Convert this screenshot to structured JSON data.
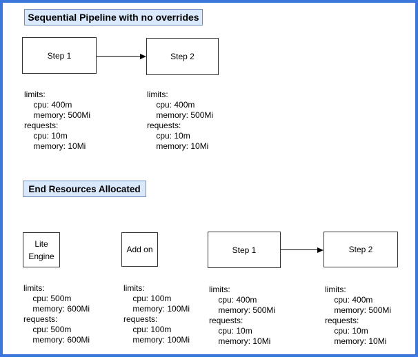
{
  "colors": {
    "page_border": "#3b77db",
    "title_fill": "#dae8fc",
    "title_border": "#6c8ebf"
  },
  "sections": {
    "pipeline": {
      "title": "Sequential Pipeline with no overrides",
      "nodes": {
        "step1": "Step 1",
        "step2": "Step 2"
      },
      "resources": {
        "step1": [
          "limits:",
          "    cpu: 400m",
          "    memory: 500Mi",
          "requests:",
          "    cpu: 10m",
          "    memory: 10Mi"
        ],
        "step2": [
          "limits:",
          "    cpu: 400m",
          "    memory: 500Mi",
          "requests:",
          "    cpu: 10m",
          "    memory: 10Mi"
        ]
      }
    },
    "end_resources": {
      "title": "End Resources Allocated",
      "nodes": {
        "lite_engine": "Lite\nEngine",
        "add_on": "Add on",
        "step1": "Step 1",
        "step2": "Step 2"
      },
      "resources": {
        "lite_engine": [
          "limits:",
          "    cpu: 500m",
          "    memory: 600Mi",
          "requests:",
          "    cpu: 500m",
          "    memory: 600Mi"
        ],
        "add_on": [
          "limits:",
          "    cpu: 100m",
          "    memory: 100Mi",
          "requests:",
          "    cpu: 100m",
          "    memory: 100Mi"
        ],
        "step1": [
          "limits:",
          "    cpu: 400m",
          "    memory: 500Mi",
          "requests:",
          "    cpu: 10m",
          "    memory: 10Mi"
        ],
        "step2": [
          "limits:",
          "    cpu: 400m",
          "    memory: 500Mi",
          "requests:",
          "    cpu: 10m",
          "    memory: 10Mi"
        ]
      }
    }
  }
}
